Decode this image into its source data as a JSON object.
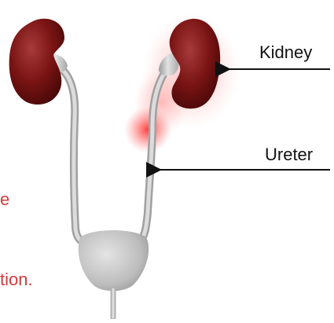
{
  "labels": {
    "kidney": "Kidney",
    "ureter": "Ureter"
  },
  "cropped_text": {
    "line1": "e",
    "line2": "tion."
  },
  "colors": {
    "kidney": "#7a1414",
    "kidney_dark": "#4a0808",
    "kidney_highlight": "#a83a3a",
    "tract": "#c8c8c8",
    "tract_dark": "#9a9a9a",
    "inflammation": "#ff2a2a",
    "arrow": "#111111",
    "cropped_text": "#d23a3a"
  }
}
